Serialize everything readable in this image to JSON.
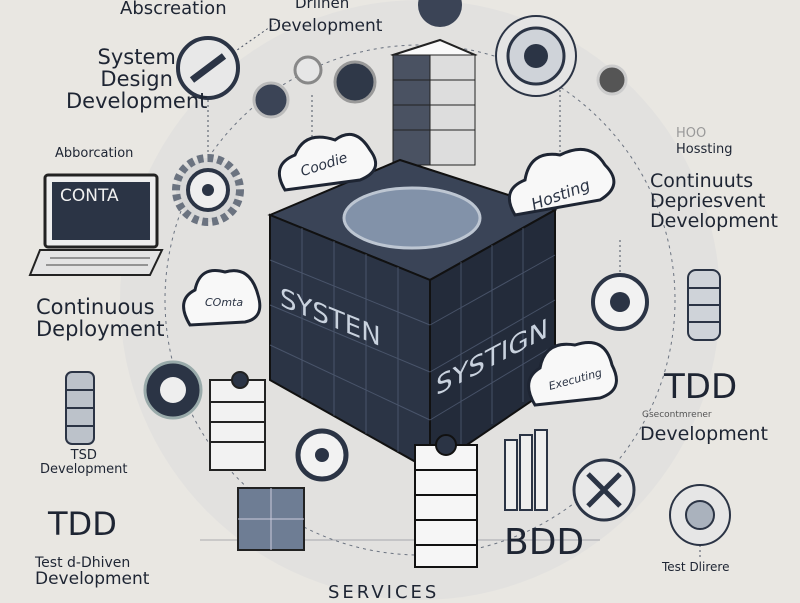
{
  "labels": {
    "top_abstraction": "Abscreation",
    "top_driven": "Driinen",
    "top_development": "Development",
    "system_design": [
      "System",
      "Design",
      "Development"
    ],
    "absorcation": "Abborcation",
    "laptop_screen": "CONTA",
    "continuous_deployment": [
      "Continuous",
      "Deployment"
    ],
    "tsd": [
      "TSD",
      "Development"
    ],
    "tdd_left": "TDD",
    "test_driven": [
      "Test d-Dhiven",
      "Development"
    ],
    "services": "SERVICES",
    "bdd": "BDD",
    "test_dlirere": "Test Dlirere",
    "tdd_right": "TDD",
    "tdd_right_sub": "Gsecontmrener",
    "tdd_right_dev": "Development",
    "continuuts": [
      "Continuuts",
      "Depriesvent",
      "Development"
    ],
    "hoo": "HOO",
    "hossting": "Hossting"
  },
  "clouds": {
    "coodie": "Coodie",
    "hosting": "Hosting",
    "comta": "COmta",
    "executing": "Executing"
  },
  "cube": {
    "left_face": "SYSTEN",
    "right_face": "SYSTIGN"
  },
  "colors": {
    "background": "#e9e7e2",
    "navy": "#2b3445",
    "ink": "#1e2533"
  }
}
